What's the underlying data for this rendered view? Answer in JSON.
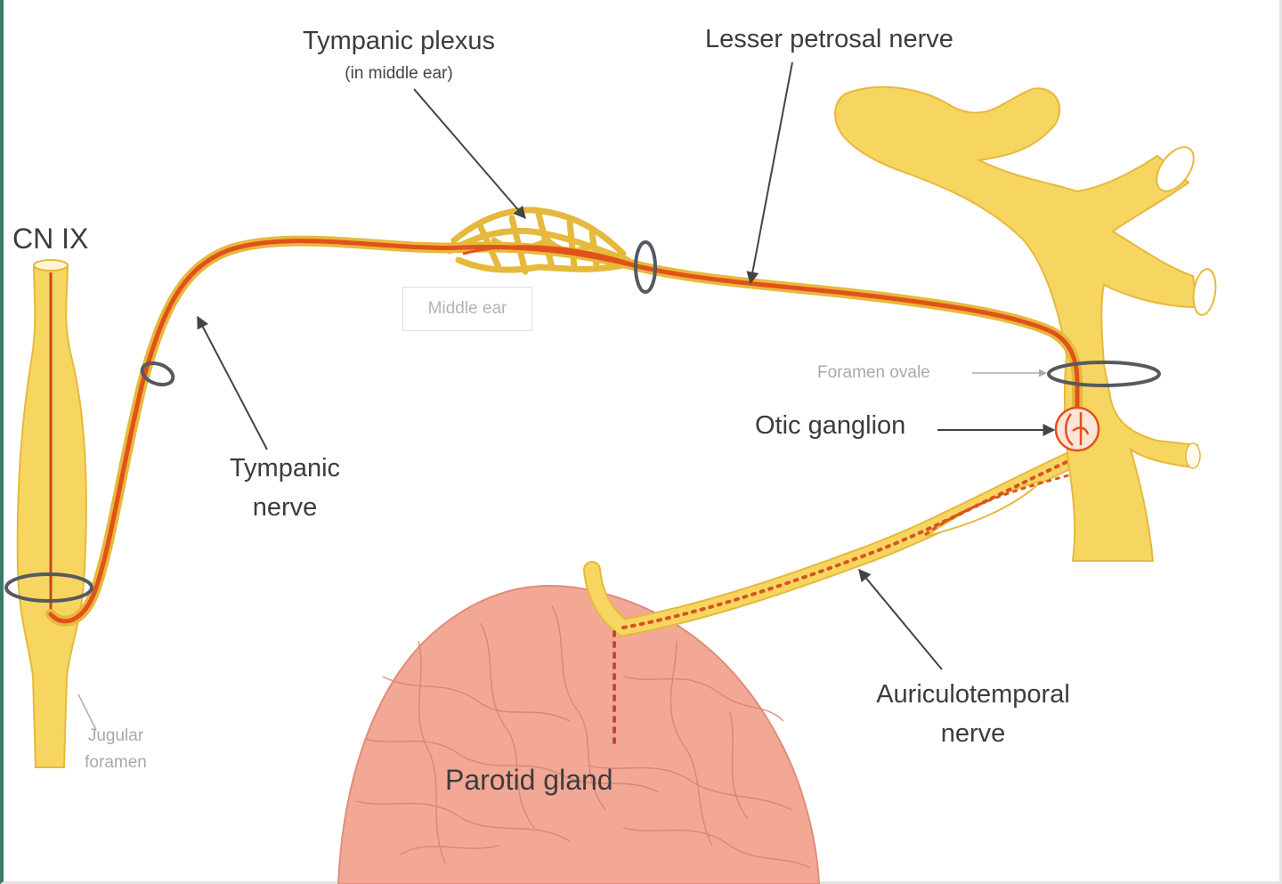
{
  "labels": {
    "cn_ix": "CN IX",
    "tympanic_plexus": "Tympanic plexus",
    "tympanic_plexus_note": "(in middle ear)",
    "lesser_petrosal_nerve": "Lesser petrosal nerve",
    "middle_ear": "Middle ear",
    "foramen_ovale": "Foramen ovale",
    "otic_ganglion": "Otic ganglion",
    "tympanic_nerve_line1": "Tympanic",
    "tympanic_nerve_line2": "nerve",
    "auriculotemporal_line1": "Auriculotemporal",
    "auriculotemporal_line2": "nerve",
    "jugular_line1": "Jugular",
    "jugular_line2": "foramen",
    "parotid_gland": "Parotid gland"
  },
  "colors": {
    "nerve_fill": "#f7d561",
    "nerve_outline": "#e6b93c",
    "preganglionic": "#e2511a",
    "postganglionic_dots": "#d9541f",
    "foramen_ring": "#555a60",
    "parotid": "#f3a896",
    "parotid_lines": "#d7816f",
    "leader_line": "#444444"
  }
}
